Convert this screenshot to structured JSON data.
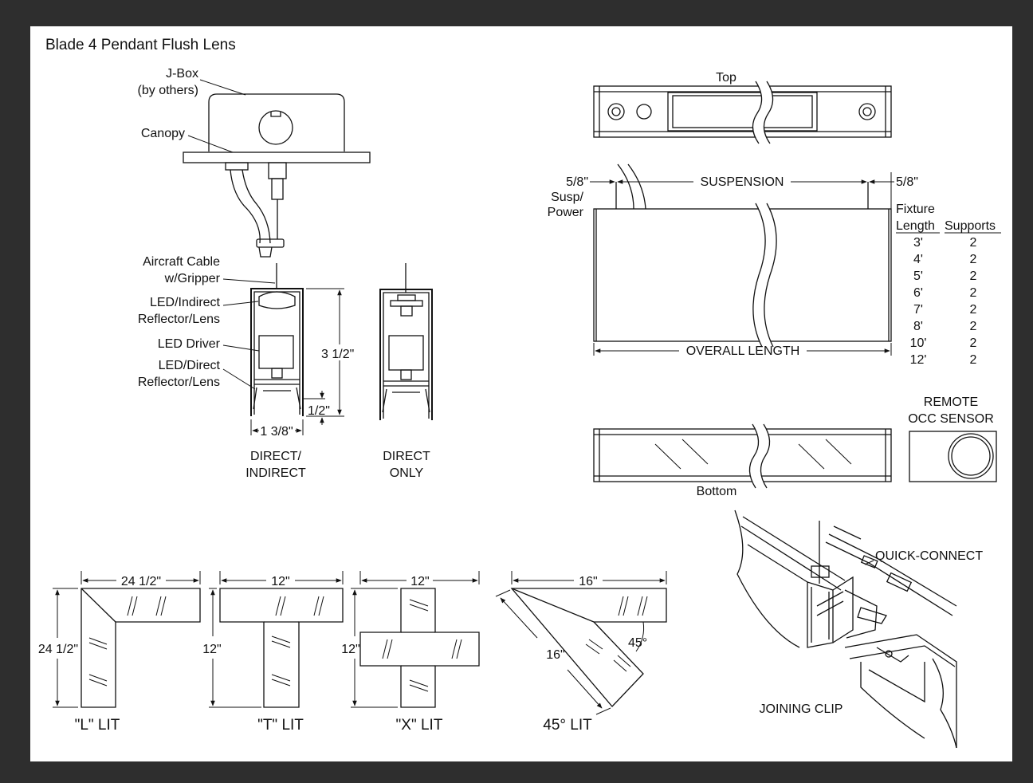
{
  "title": "Blade 4 Pendant Flush Lens",
  "callouts": {
    "jbox_line1": "J-Box",
    "jbox_line2": "(by others)",
    "canopy": "Canopy",
    "cable_line1": "Aircraft Cable",
    "cable_line2": "w/Gripper",
    "indirect_line1": "LED/Indirect",
    "indirect_line2": "Reflector/Lens",
    "driver": "LED Driver",
    "direct_line1": "LED/Direct",
    "direct_line2": "Reflector/Lens"
  },
  "section_dims": {
    "height": "3 1/2\"",
    "lip": "1/2\"",
    "width": "1 3/8\""
  },
  "section_labels": {
    "di_line1": "DIRECT/",
    "di_line2": "INDIRECT",
    "do_line1": "DIRECT",
    "do_line2": "ONLY"
  },
  "views": {
    "top": "Top",
    "bottom": "Bottom",
    "suspension": "SUSPENSION",
    "overall_length": "OVERALL LENGTH",
    "left_dim": "5/8\"",
    "right_dim": "5/8\"",
    "susp_power_line1": "Susp/",
    "susp_power_line2": "Power"
  },
  "supports_table": {
    "header_fixture": "Fixture",
    "header_length": "Length",
    "header_supports": "Supports",
    "rows": [
      {
        "length": "3'",
        "supports": "2"
      },
      {
        "length": "4'",
        "supports": "2"
      },
      {
        "length": "5'",
        "supports": "2"
      },
      {
        "length": "6'",
        "supports": "2"
      },
      {
        "length": "7'",
        "supports": "2"
      },
      {
        "length": "8'",
        "supports": "2"
      },
      {
        "length": "10'",
        "supports": "2"
      },
      {
        "length": "12'",
        "supports": "2"
      }
    ]
  },
  "sensor": {
    "line1": "REMOTE",
    "line2": "OCC SENSOR"
  },
  "connection": {
    "quick_connect": "QUICK-CONNECT",
    "joining_clip": "JOINING CLIP"
  },
  "layouts": [
    {
      "name": "\"L\" LIT",
      "top_dim": "24 1/2\"",
      "side_dim": "24 1/2\""
    },
    {
      "name": "\"T\" LIT",
      "top_dim": "12\"",
      "side_dim": "12\""
    },
    {
      "name": "\"X\" LIT",
      "top_dim": "12\"",
      "side_dim": "12\""
    },
    {
      "name": "45° LIT",
      "top_dim": "16\"",
      "side_dim": "16\"",
      "angle": "45°"
    }
  ]
}
